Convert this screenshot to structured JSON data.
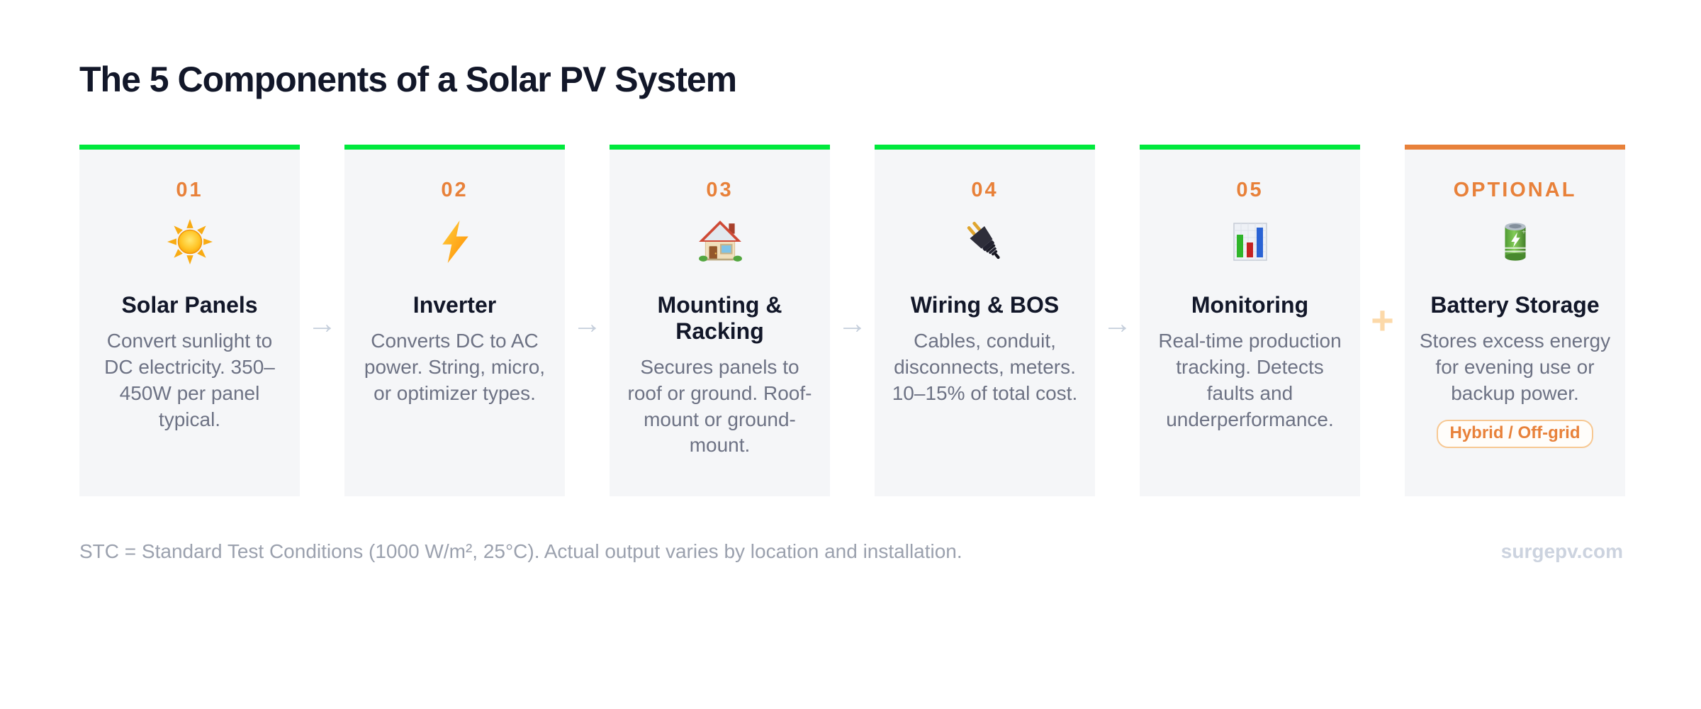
{
  "title": "The 5 Components of a Solar PV System",
  "colors": {
    "accent_green": "#00e93c",
    "accent_orange": "#e8813a",
    "card_background": "#f5f6f8",
    "heading_text": "#121729",
    "body_text": "#6d7284",
    "footer_text": "#9ba1ae",
    "watermark_text": "#ccd3df",
    "arrow": "#c6cfdc",
    "plus": "#fcd9a9"
  },
  "cards": [
    {
      "number": "01",
      "icon": "sun-icon",
      "title": "Solar Panels",
      "description": "Convert sunlight to DC electricity. 350–450W per panel typical."
    },
    {
      "number": "02",
      "icon": "lightning-icon",
      "title": "Inverter",
      "description": "Converts DC to AC power. String, micro, or optimizer types."
    },
    {
      "number": "03",
      "icon": "house-icon",
      "title": "Mounting & Racking",
      "description": "Secures panels to roof or ground. Roof-mount or ground-mount."
    },
    {
      "number": "04",
      "icon": "plug-icon",
      "title": "Wiring & BOS",
      "description": "Cables, conduit, disconnects, meters. 10–15% of total cost."
    },
    {
      "number": "05",
      "icon": "bar-chart-icon",
      "title": "Monitoring",
      "description": "Real-time production tracking. Detects faults and underperformance."
    },
    {
      "number": "OPTIONAL",
      "icon": "battery-icon",
      "title": "Battery Storage",
      "description": "Stores excess energy for evening use or backup power.",
      "badge": "Hybrid / Off-grid"
    }
  ],
  "connectors": {
    "arrow": "→",
    "plus": "+"
  },
  "footer": {
    "note": "STC = Standard Test Conditions (1000 W/m², 25°C). Actual output varies by location and installation.",
    "site": "surgepv.com"
  }
}
